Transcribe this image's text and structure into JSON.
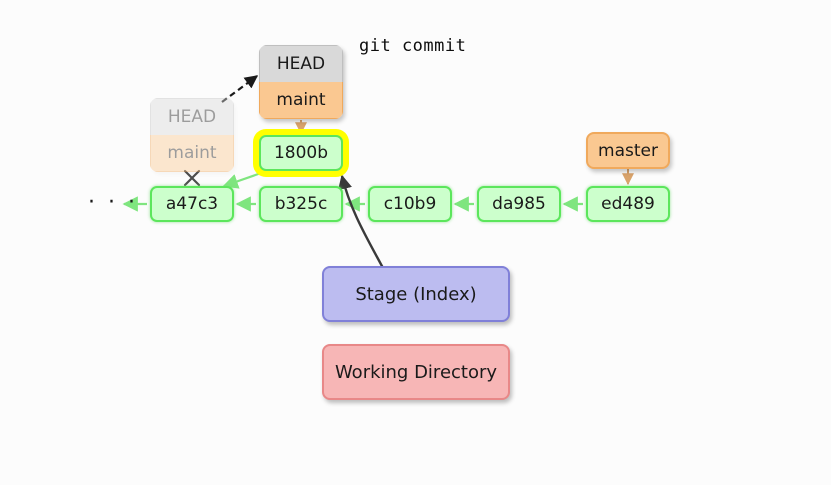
{
  "diagram": {
    "title_command": "git commit",
    "background_color": "#fcfcfc",
    "ellipsis": "· · ·",
    "colors": {
      "commit_fill": "#ccffcc",
      "commit_border": "#5ce65c",
      "branch_fill": "#fac891",
      "branch_border": "#f0a95c",
      "head_fill": "#d9d9d9",
      "head_border": "#bfbfbf",
      "highlight": "#ffff00",
      "stage_fill": "#bcbcf0",
      "stage_border": "#8080d8",
      "workdir_fill": "#f7b6b6",
      "workdir_border": "#e88888",
      "arrow_green": "#7fe57f",
      "arrow_orange": "#d9a36b",
      "arrow_dark": "#3a3a3a"
    }
  },
  "commits": [
    {
      "id": "a47c3",
      "highlighted": false
    },
    {
      "id": "b325c",
      "highlighted": false
    },
    {
      "id": "c10b9",
      "highlighted": false
    },
    {
      "id": "da985",
      "highlighted": false
    },
    {
      "id": "ed489",
      "highlighted": false
    },
    {
      "id": "1800b",
      "highlighted": true
    }
  ],
  "refs": {
    "head_label": "HEAD",
    "maint_label": "maint",
    "master_label": "master",
    "ghost_head_label": "HEAD",
    "ghost_maint_label": "maint",
    "detach_mark": "×"
  },
  "areas": {
    "stage_label": "Stage (Index)",
    "working_label": "Working Directory"
  }
}
